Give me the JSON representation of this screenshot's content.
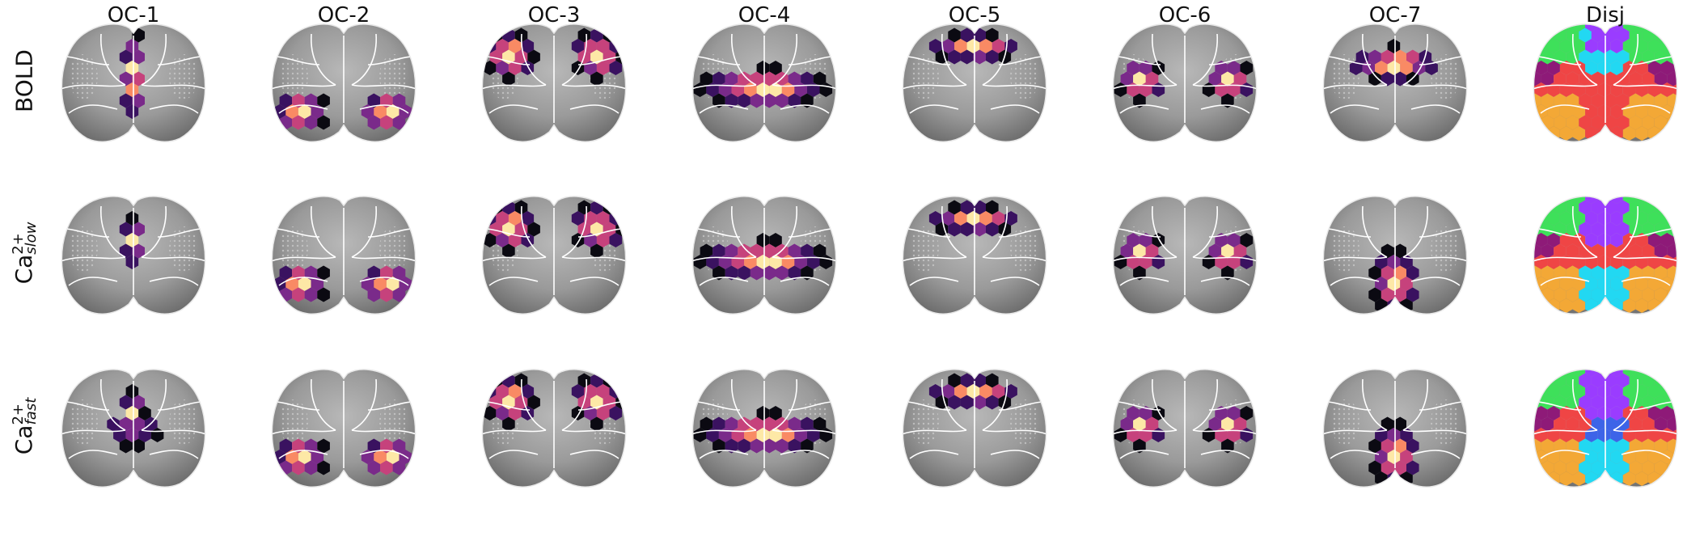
{
  "columns": [
    "OC-1",
    "OC-2",
    "OC-3",
    "OC-4",
    "OC-5",
    "OC-6",
    "OC-7",
    "Disj"
  ],
  "rows": [
    {
      "base": "BOLD",
      "sup": "",
      "sub": ""
    },
    {
      "base": "Ca",
      "sup": "2+",
      "sub": "slow"
    },
    {
      "base": "Ca",
      "sup": "2+",
      "sub": "fast"
    }
  ],
  "colors": {
    "magma_black": "#0b0a12",
    "magma_purple": "#3a1260",
    "magma_violet": "#7a2a8a",
    "magma_pink": "#c6427c",
    "magma_orange": "#f98a64",
    "magma_yellow": "#fde8a6",
    "brain_gray": "#9a9a9a",
    "outline": "#ffffff",
    "disj_green": "#3ee05a",
    "disj_purple": "#9a3cff",
    "disj_cyan": "#22d8f2",
    "disj_red": "#ef4545",
    "disj_magenta": "#8e1a78",
    "disj_orange": "#f3a836",
    "disj_blue": "#3d64e8"
  }
}
